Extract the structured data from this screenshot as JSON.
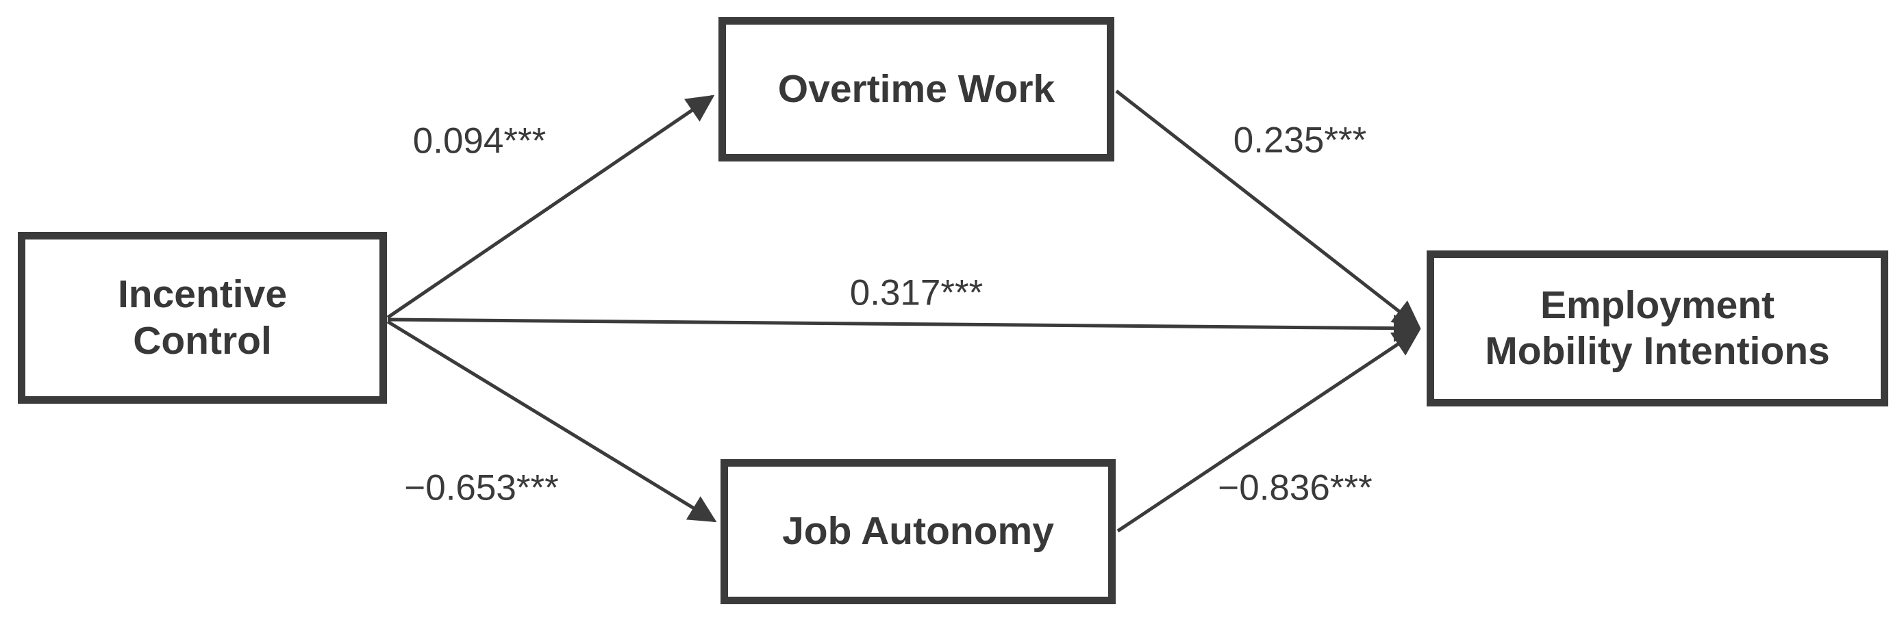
{
  "diagram": {
    "type": "path-model",
    "background_color": "#ffffff",
    "line_color": "#3b3b3b",
    "text_color": "#383838",
    "nodes": [
      {
        "id": "incentive-control",
        "label": "Incentive Control",
        "label_lines": [
          "Incentive",
          "Control"
        ]
      },
      {
        "id": "overtime-work",
        "label": "Overtime Work",
        "label_lines": [
          "Overtime Work"
        ]
      },
      {
        "id": "job-autonomy",
        "label": "Job Autonomy",
        "label_lines": [
          "Job Autonomy"
        ]
      },
      {
        "id": "employment-mobility-intentions",
        "label": "Employment Mobility Intentions",
        "label_lines": [
          "Employment",
          "Mobility Intentions"
        ]
      }
    ],
    "paths": [
      {
        "from": "Incentive Control",
        "to": "Overtime Work",
        "coefficient": "0.094",
        "significance": "***",
        "label": "0.094***"
      },
      {
        "from": "Overtime Work",
        "to": "Employment Mobility Intentions",
        "coefficient": "0.235",
        "significance": "***",
        "label": "0.235***"
      },
      {
        "from": "Incentive Control",
        "to": "Employment Mobility Intentions",
        "coefficient": "0.317",
        "significance": "***",
        "label": "0.317***"
      },
      {
        "from": "Incentive Control",
        "to": "Job Autonomy",
        "coefficient": "−0.653",
        "significance": "***",
        "label": "−0.653***"
      },
      {
        "from": "Job Autonomy",
        "to": "Employment Mobility Intentions",
        "coefficient": "−0.836",
        "significance": "***",
        "label": "−0.836***"
      }
    ]
  }
}
